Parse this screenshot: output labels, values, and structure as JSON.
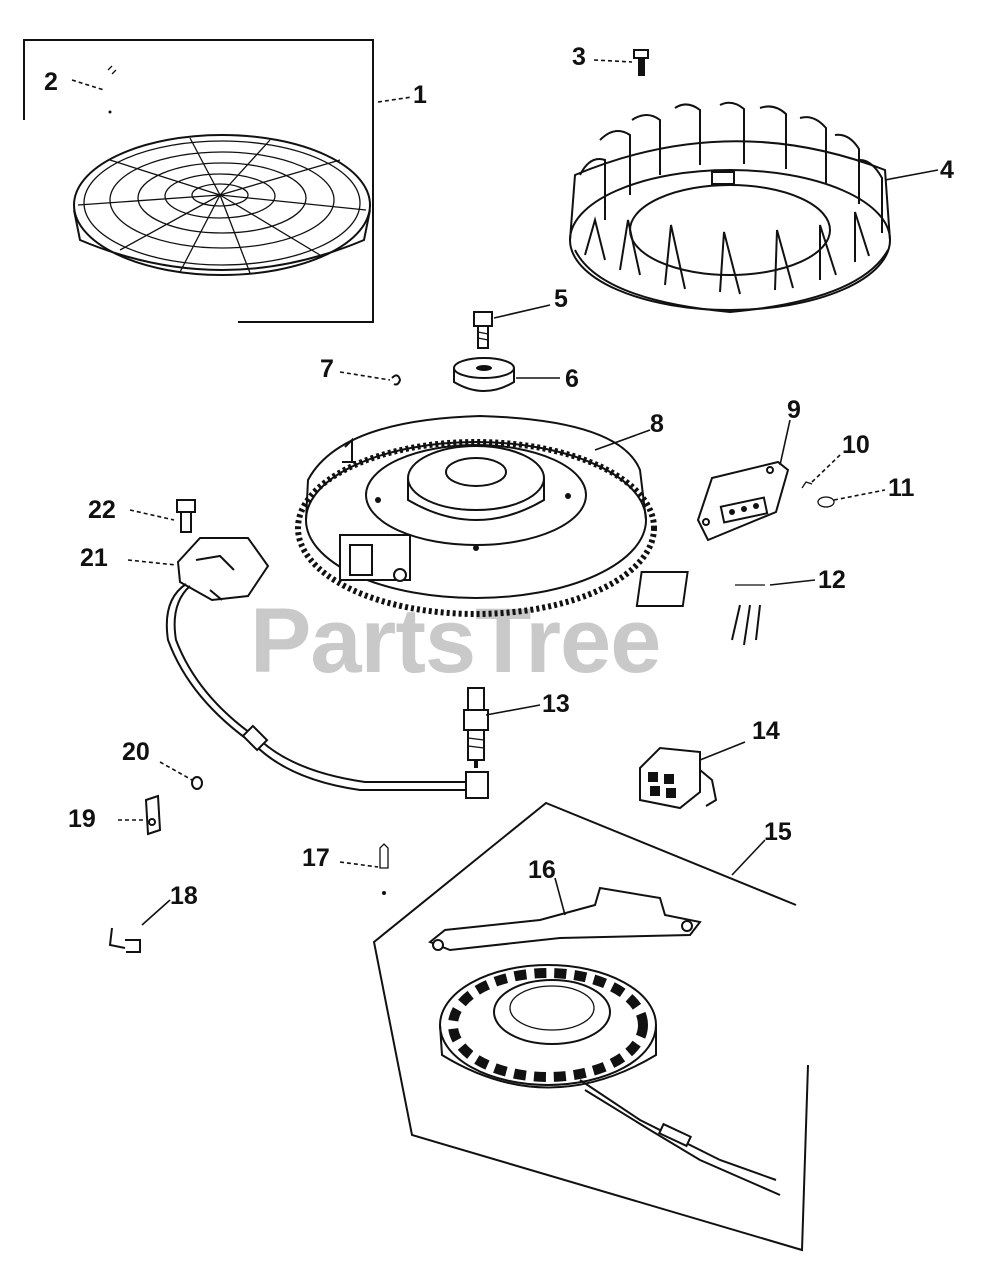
{
  "watermark": "PartsTree",
  "callouts": [
    "1",
    "2",
    "3",
    "4",
    "5",
    "6",
    "7",
    "8",
    "9",
    "10",
    "11",
    "12",
    "13",
    "14",
    "15",
    "16",
    "17",
    "18",
    "19",
    "20",
    "21",
    "22"
  ],
  "colors": {
    "line": "#111111",
    "watermark": "#c9c9c9",
    "background": "#ffffff"
  }
}
